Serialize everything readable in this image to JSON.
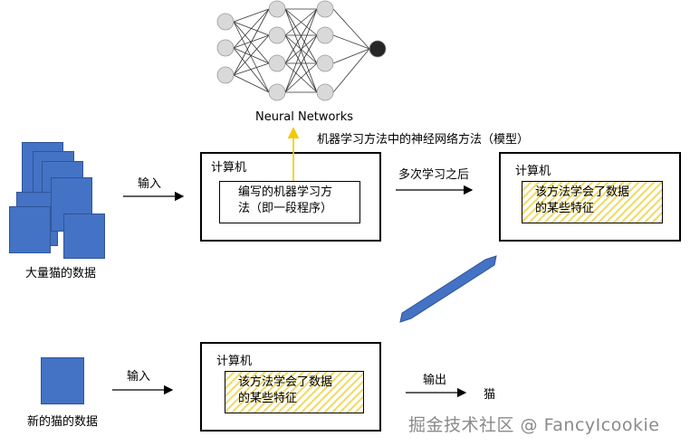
{
  "neural_net": {
    "caption": "Neural Networks",
    "method_label": "机器学习方法中的神经网络方法（模型）",
    "colors": {
      "hidden_node": "#d9d9d9",
      "output_node": "#262626",
      "edge": "#333333"
    }
  },
  "training": {
    "data_label": "大量猫的数据",
    "input_arrow_label": "输入",
    "computer_label": "计算机",
    "program_line1": "编写的机器学习方",
    "program_line2": "法（即一段程序）",
    "after_learning_label": "多次学习之后",
    "learned_computer_label": "计算机",
    "learned_line1": "该方法学会了数据",
    "learned_line2": "的某些特征"
  },
  "inference": {
    "data_label": "新的猫的数据",
    "input_arrow_label": "输入",
    "computer_label": "计算机",
    "learned_line1": "该方法学会了数据",
    "learned_line2": "的某些特征",
    "output_arrow_label": "输出",
    "output_label": "猫"
  },
  "colors": {
    "data_blue": "#4472c4",
    "arrow_yellow": "#f5c800",
    "double_arrow_blue": "#4472c4",
    "hatch_yellow": "#f0dc6a"
  },
  "watermark": "掘金技术社区 @ FancyIcookie"
}
